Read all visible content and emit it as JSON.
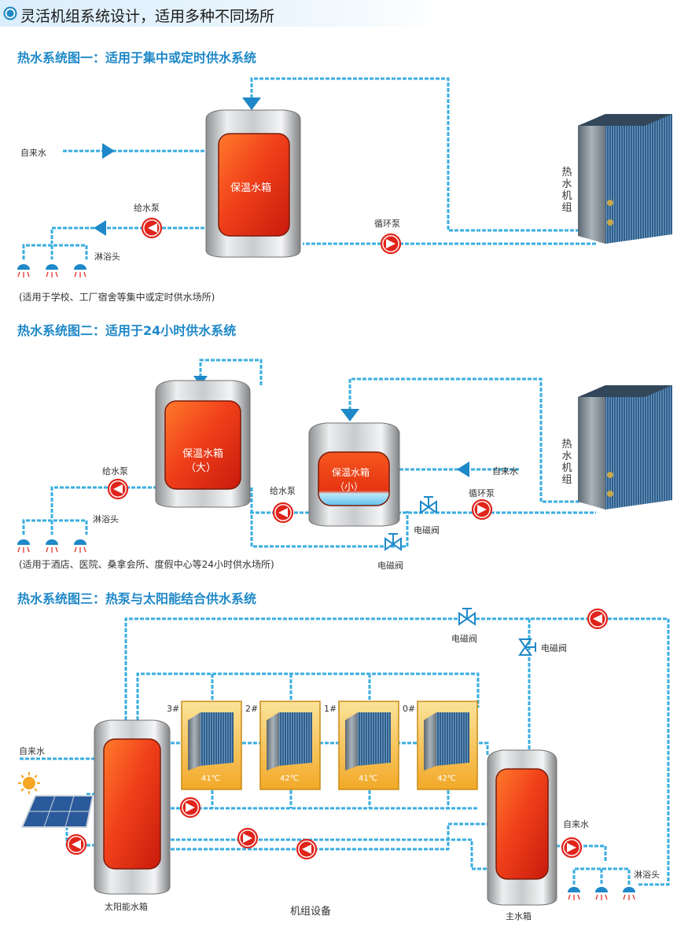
{
  "banner": {
    "title": "灵活机组系统设计，适用多种不同场所"
  },
  "diagram1": {
    "title": "热水系统图一：适用于集中或定时供水系统",
    "tap_water": "自来水",
    "tank": "保温水箱",
    "supply_pump": "给水泵",
    "circulation_pump": "循环泵",
    "shower": "淋浴头",
    "unit": "热水机组",
    "note": "(适用于学校、工厂宿舍等集中或定时供水场所)"
  },
  "diagram2": {
    "title": "热水系统图二：适用于24小时供水系统",
    "big_tank": "保温水箱",
    "big_tank_size": "（大）",
    "small_tank": "保温水箱",
    "small_tank_size": "（小）",
    "supply_pump_left": "给水泵",
    "supply_pump_mid": "给水泵",
    "shower": "淋浴头",
    "tap_water": "自来水",
    "circulation_pump": "循环泵",
    "valve_right": "电磁阀",
    "valve_bottom": "电磁阀",
    "unit": "热水机组",
    "note": "(适用于酒店、医院、桑拿会所、度假中心等24小时供水场所)"
  },
  "diagram3": {
    "title": "热水系统图三：热泵与太阳能结合供水系统",
    "valve_top": "电磁阀",
    "valve_right": "电磁阀",
    "tap_water_left": "自来水",
    "tap_water_right": "自来水",
    "units": [
      {
        "id": "3#",
        "temp": "41℃"
      },
      {
        "id": "2#",
        "temp": "42℃"
      },
      {
        "id": "1#",
        "temp": "41℃"
      },
      {
        "id": "0#",
        "temp": "42℃"
      }
    ],
    "solar_tank": "太阳能水箱",
    "main_tank": "主水箱",
    "equipment": "机组设备",
    "shower": "淋浴头"
  },
  "colors": {
    "pipe": "#3aaee0",
    "accent": "#1e88c8",
    "tank_red": "#e02810",
    "unit_bg": "#f5b633",
    "pump": "#e0241b"
  }
}
